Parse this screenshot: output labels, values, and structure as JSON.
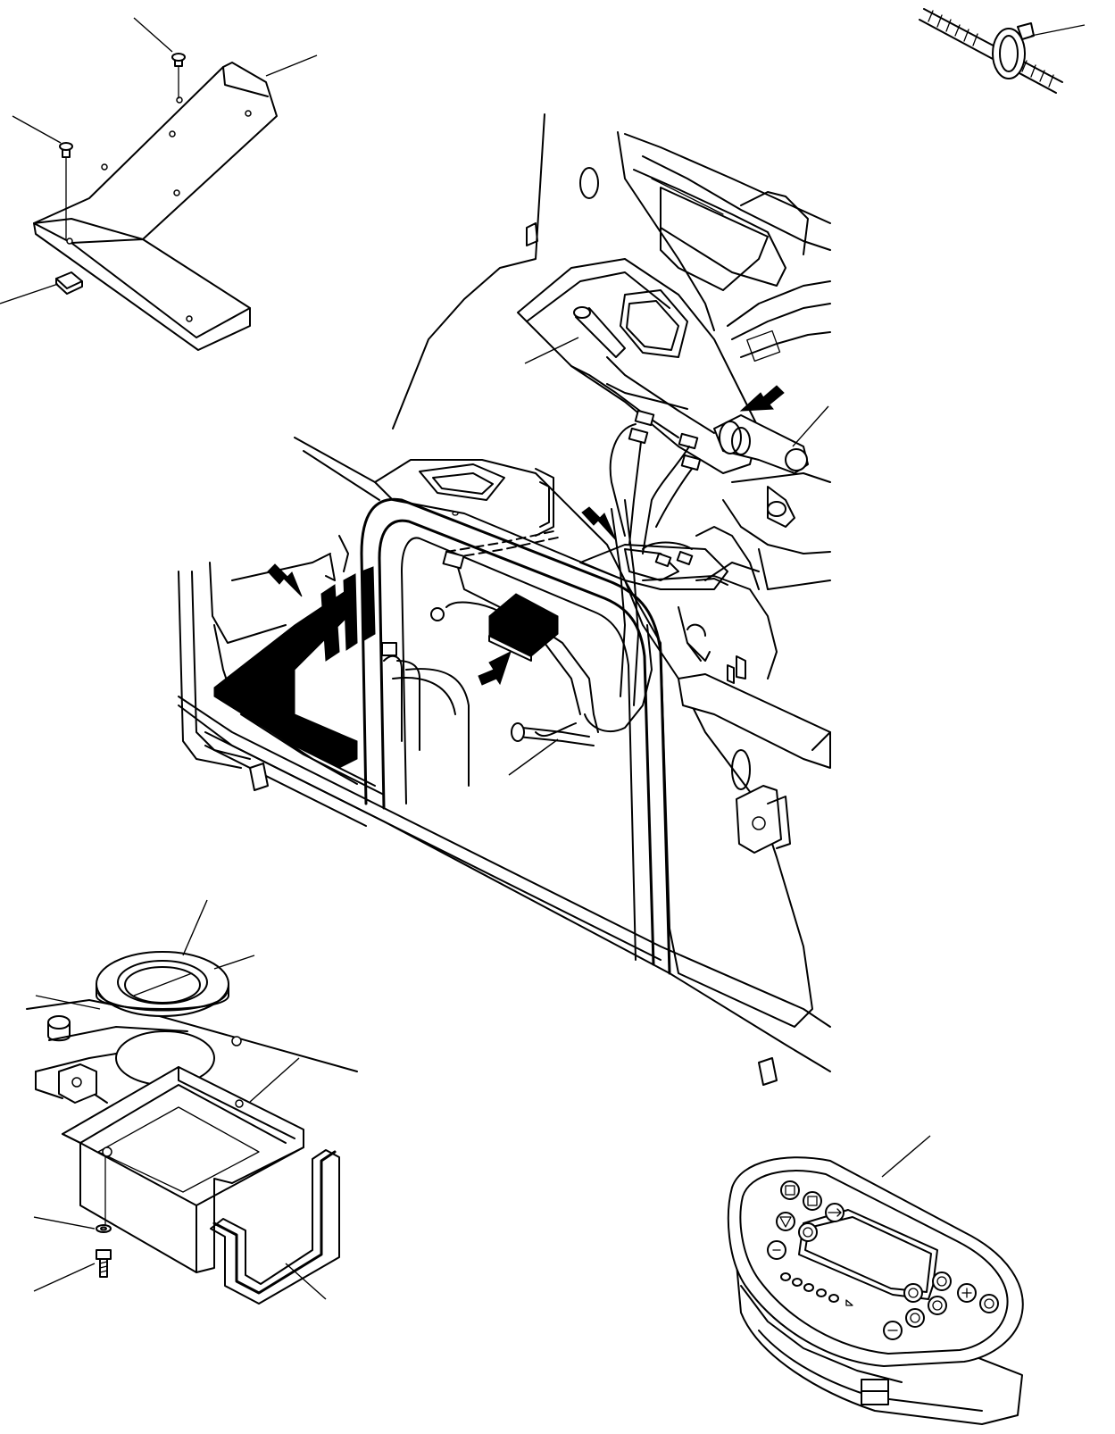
{
  "diagram": {
    "kind": "exploded-parts-view",
    "colors": {
      "line": "#000000",
      "background": "#ffffff"
    },
    "groups": [
      "top-left-cover-plate",
      "top-right-harness-clamp",
      "main-cab-console-assembly",
      "bottom-left-tray-and-grommet",
      "bottom-right-monitor-panel"
    ]
  }
}
